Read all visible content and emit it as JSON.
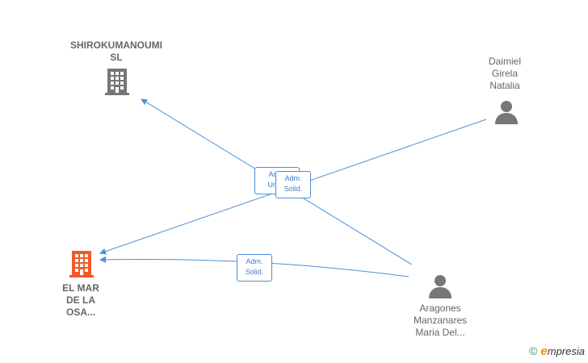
{
  "nodes": {
    "shirokumanoumi": {
      "line1": "SHIROKUMANOUMI",
      "line2": "SL",
      "icon": "building-icon",
      "color": "#777777"
    },
    "daimiel": {
      "line1": "Daimiel",
      "line2": "Girela",
      "line3": "Natalia",
      "icon": "person-icon",
      "color": "#777777"
    },
    "el_mar": {
      "line1": "EL MAR",
      "line2": "DE LA",
      "line3": "OSA...",
      "icon": "building-icon",
      "color": "#f05a28"
    },
    "aragones": {
      "line1": "Aragones",
      "line2": "Manzanares",
      "line3": "Maria Del...",
      "icon": "person-icon",
      "color": "#777777"
    }
  },
  "edge_labels": {
    "adm_unico": {
      "line1": "Adm.",
      "line2": "Unico"
    },
    "adm_solid_1": {
      "line1": "Adm.",
      "line2": "Solid."
    },
    "adm_solid_2": {
      "line1": "Adm.",
      "line2": "Solid."
    }
  },
  "colors": {
    "edge": "#4a90d9"
  },
  "watermark": {
    "copyright": "©",
    "brand_initial": "e",
    "brand_rest": "mpresia"
  }
}
